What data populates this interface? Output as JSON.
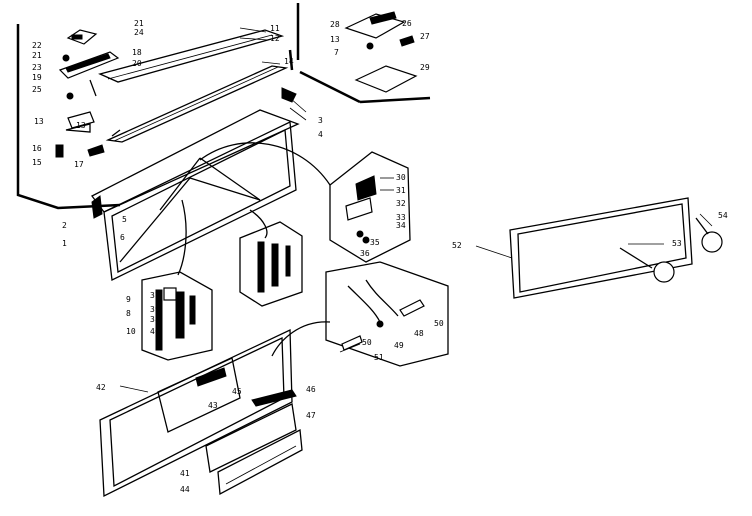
{
  "diagram": {
    "callouts": {
      "c1": "1",
      "c2": "2",
      "c3": "3",
      "c4": "4",
      "c5": "5",
      "c6": "6",
      "c7": "7",
      "c8": "8",
      "c9": "9",
      "c10": "10",
      "c11": "11",
      "c12": "12",
      "c13a": "13",
      "c13b": "13",
      "c13c": "13",
      "c14": "14",
      "c15": "15",
      "c16": "16",
      "c17": "17",
      "c18": "18",
      "c19": "19",
      "c20": "20",
      "c21a": "21",
      "c21b": "21",
      "c22": "22",
      "c23": "23",
      "c24": "24",
      "c25": "25",
      "c26": "26",
      "c27": "27",
      "c28": "28",
      "c29": "29",
      "c30": "30",
      "c31": "31",
      "c32": "32",
      "c33": "33",
      "c34": "34",
      "c35": "35",
      "c36": "36",
      "c37": "37",
      "c38": "38",
      "c39": "39",
      "c40": "40",
      "c41": "41",
      "c42": "42",
      "c43": "43",
      "c44": "44",
      "c45": "45",
      "c46": "46",
      "c47": "47",
      "c48": "48",
      "c49": "49",
      "c50a": "50",
      "c50b": "50",
      "c51": "51",
      "c52": "52",
      "c53": "53",
      "c54": "54"
    }
  }
}
